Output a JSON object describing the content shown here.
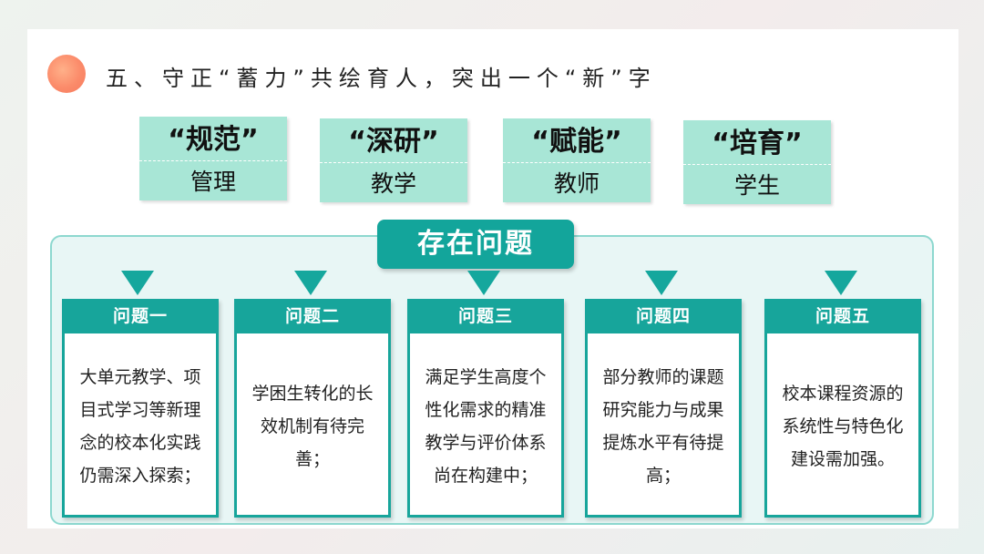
{
  "title": "五、守正“蓄力”共绘育人，突出一个“新”字",
  "tags": [
    {
      "top": "“规范”",
      "bottom": "管理"
    },
    {
      "top": "“深研”",
      "bottom": "教学"
    },
    {
      "top": "“赋能”",
      "bottom": "教师"
    },
    {
      "top": "“培育”",
      "bottom": "学生"
    }
  ],
  "problems": {
    "title": "存在问题",
    "items": [
      {
        "label": "问题一",
        "text": "大单元教学、项目式学习等新理念的校本化实践仍需深入探索；"
      },
      {
        "label": "问题二",
        "text": "学困生转化的长效机制有待完善；"
      },
      {
        "label": "问题三",
        "text": "满足学生高度个性化需求的精准教学与评价体系尚在构建中；"
      },
      {
        "label": "问题四",
        "text": "部分教师的课题研究能力与成果提炼水平有待提高；"
      },
      {
        "label": "问题五",
        "text": "校本课程资源的系统性与特色化建设需加强。"
      }
    ]
  },
  "colors": {
    "accent": "#17a59b",
    "tag_bg": "#a8e6d6",
    "panel_bg": "#e8f6f5",
    "dot": "#fb8b6a"
  }
}
